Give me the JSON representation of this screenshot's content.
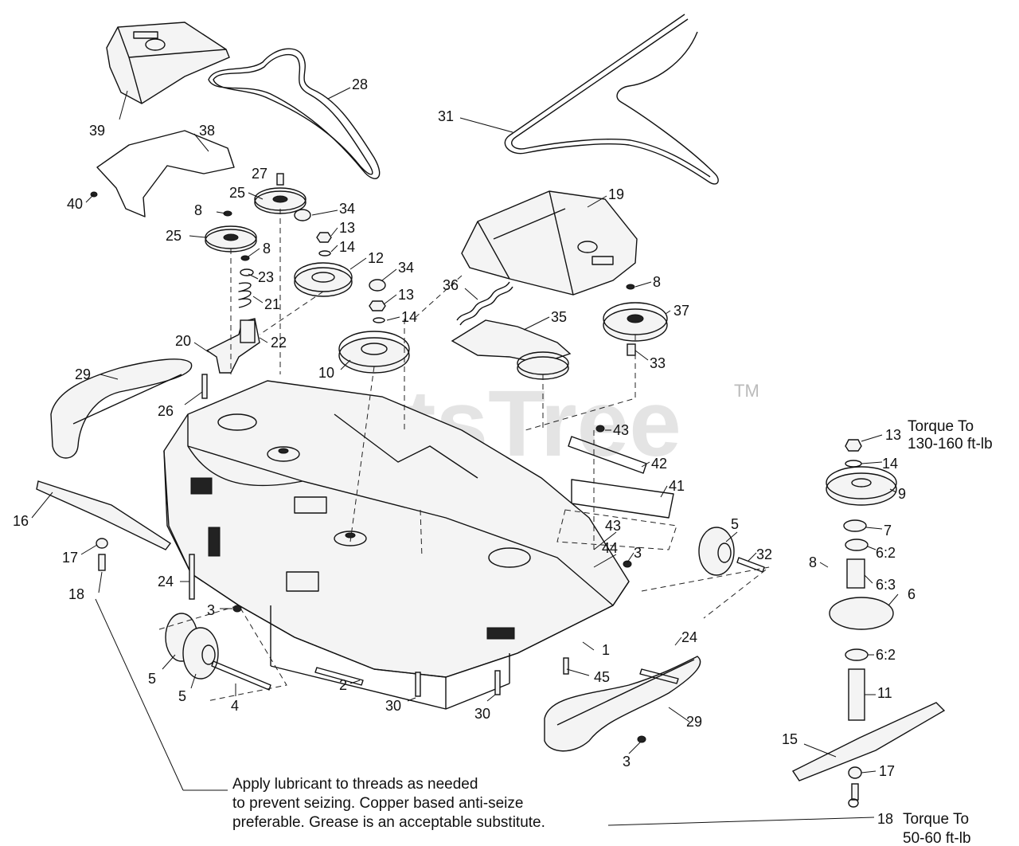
{
  "watermark": {
    "brand": "PartsTree",
    "mark": "TM"
  },
  "callouts": [
    "1",
    "2",
    "3",
    "4",
    "5",
    "6",
    "6:2",
    "6:3",
    "7",
    "8",
    "9",
    "10",
    "11",
    "12",
    "13",
    "14",
    "15",
    "16",
    "17",
    "18",
    "19",
    "20",
    "21",
    "22",
    "23",
    "24",
    "25",
    "26",
    "27",
    "28",
    "29",
    "30",
    "31",
    "32",
    "33",
    "34",
    "35",
    "36",
    "37",
    "38",
    "39",
    "40",
    "41",
    "42",
    "43",
    "44",
    "45"
  ],
  "torque_notes": {
    "top": {
      "line1": "Torque To",
      "line2": "130-160 ft-lb"
    },
    "bottom": {
      "line1": "Torque To",
      "line2": "50-60 ft-lb"
    }
  },
  "lubricant_note": {
    "line1": "Apply lubricant to threads as needed",
    "line2": "to prevent seizing. Copper based anti-seize",
    "line3": "preferable. Grease is an acceptable substitute."
  }
}
